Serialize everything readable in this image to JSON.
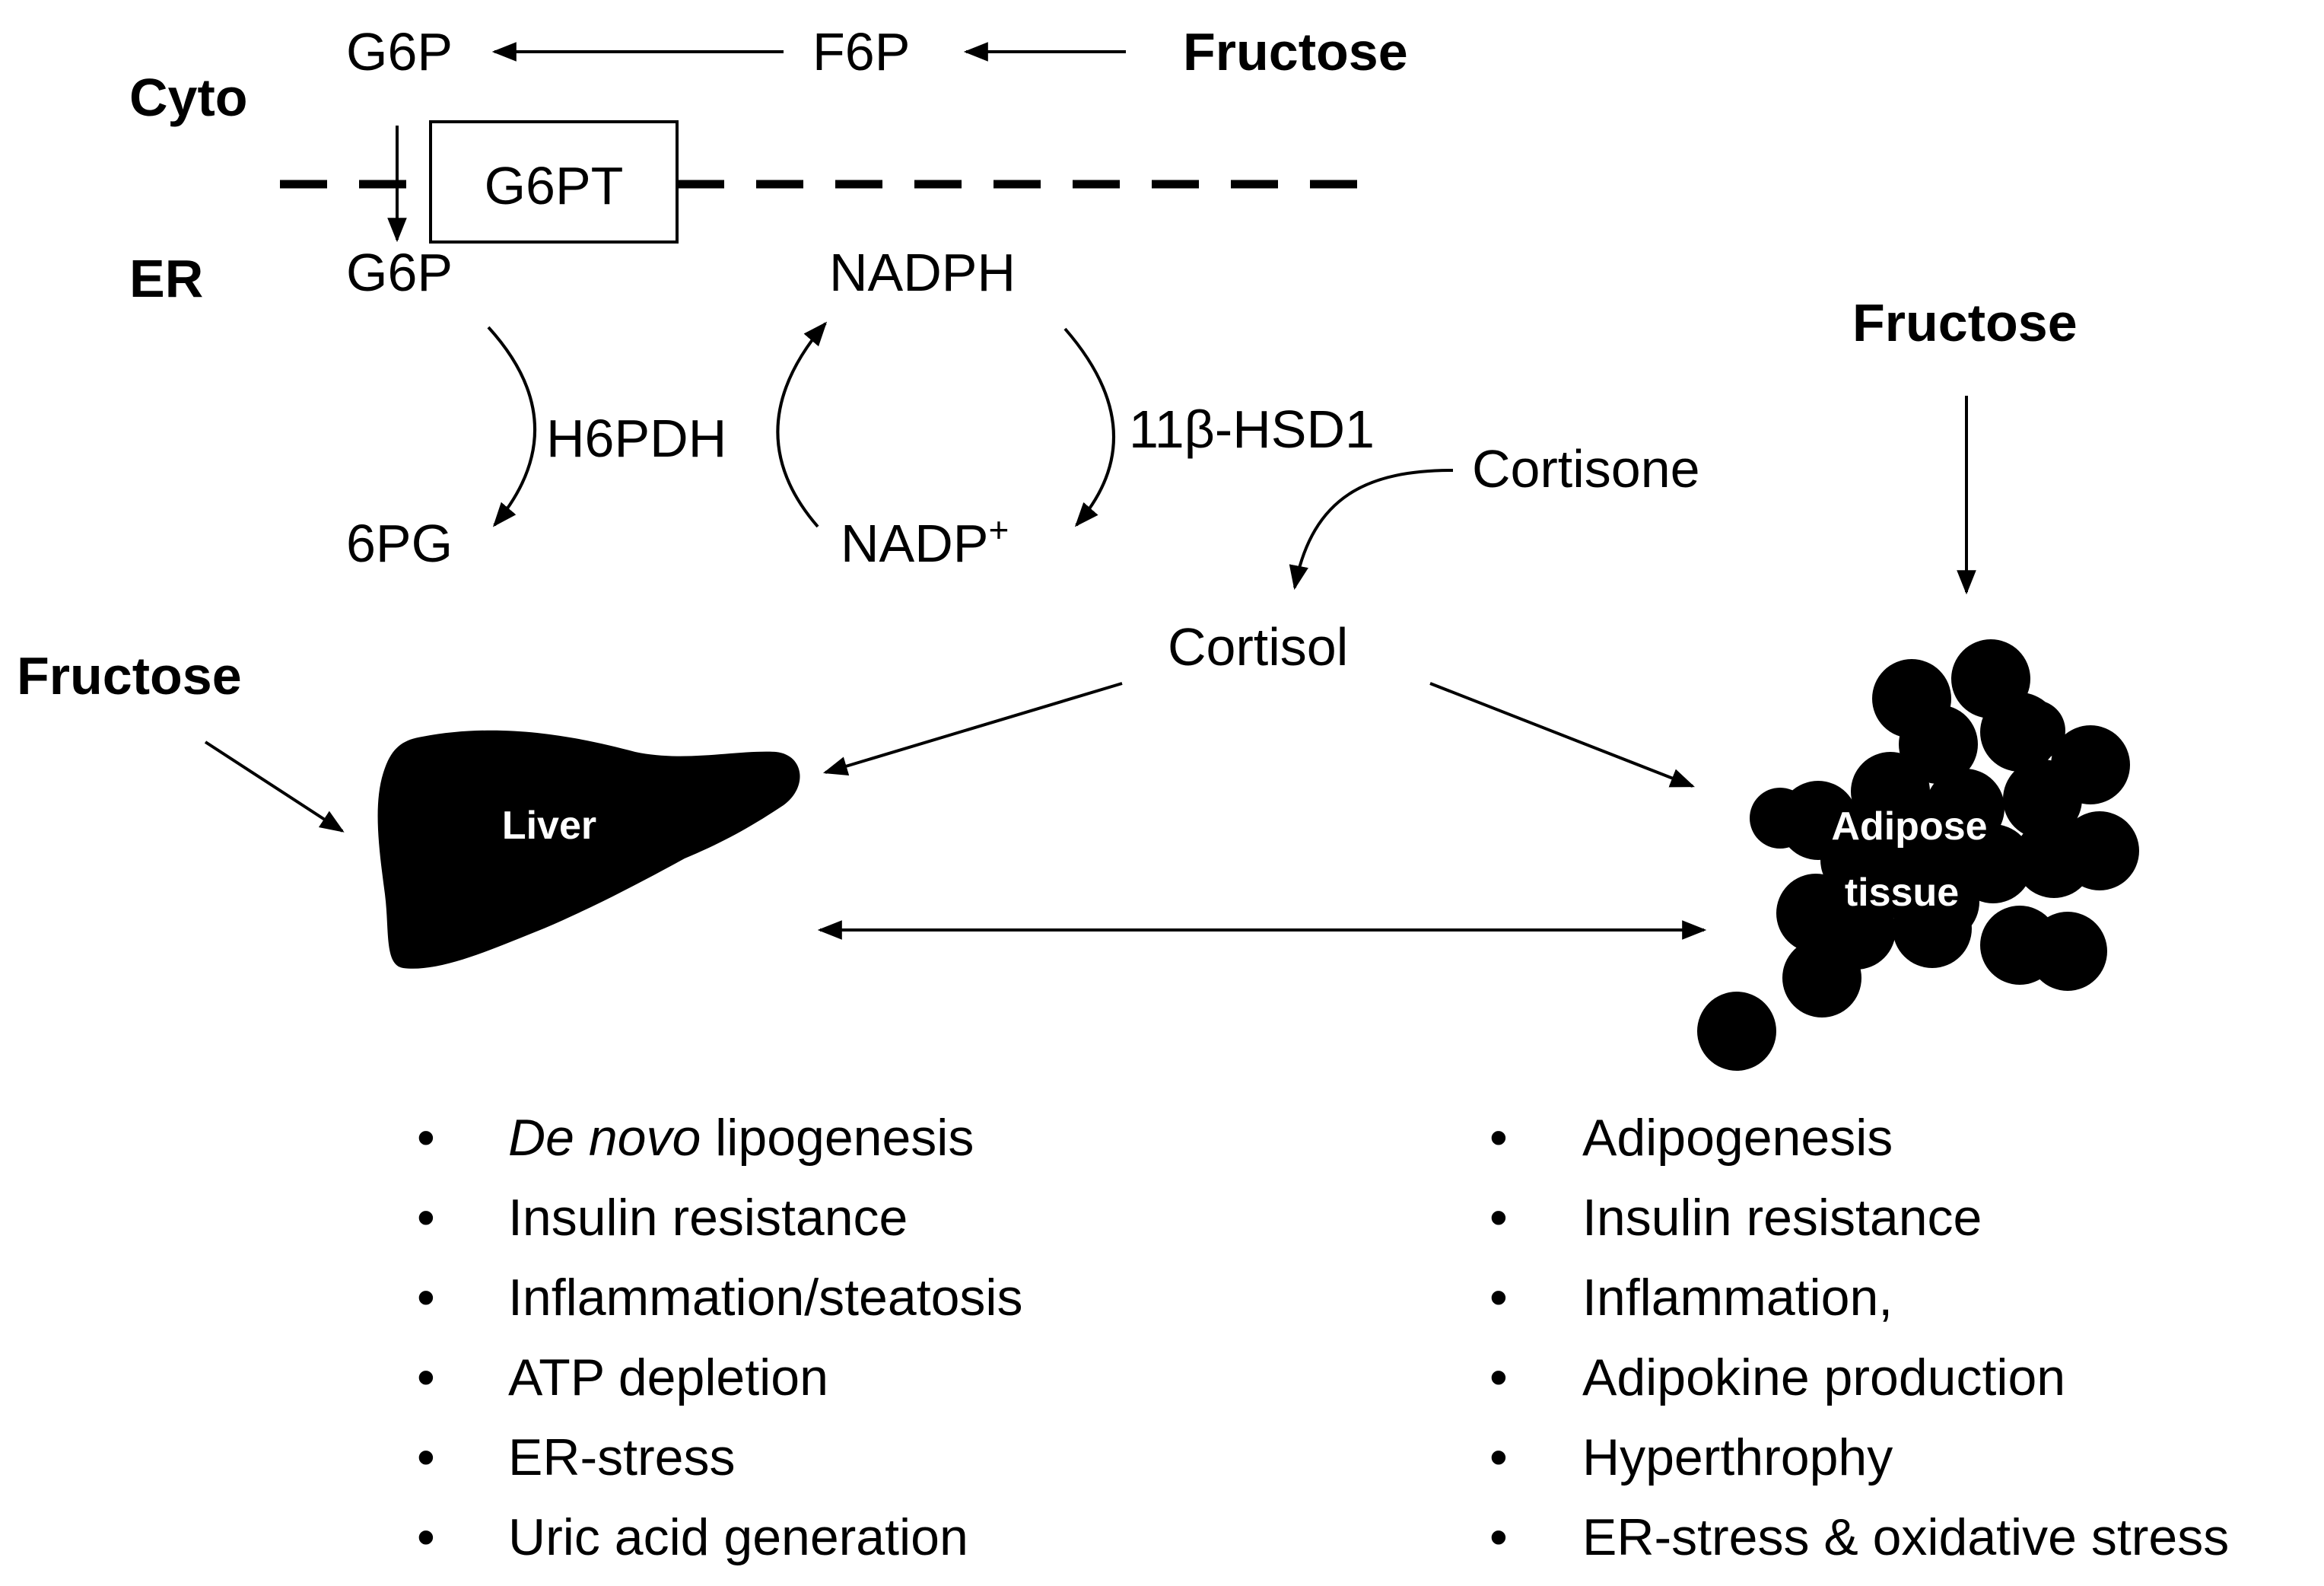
{
  "compartments": {
    "cyto": "Cyto",
    "er": "ER"
  },
  "cytosol": {
    "g6p": "G6P",
    "f6p": "F6P",
    "fructose": "Fructose"
  },
  "transporter": "G6PT",
  "er_lumen": {
    "g6p": "G6P",
    "nadph": "NADPH",
    "h6pdh": "H6PDH",
    "hsd1": "11β-HSD1",
    "pg6": "6PG",
    "nadp": "NADP",
    "nadp_sup": "+"
  },
  "cortisone": "Cortisone",
  "cortisol": "Cortisol",
  "fructose_left": "Fructose",
  "fructose_right": "Fructose",
  "liver": {
    "label": "Liver"
  },
  "adipose": {
    "line1": "Adipose",
    "line2": "tissue"
  },
  "liver_effects": {
    "bullet": "•",
    "first_italic": "De novo",
    "first_rest": " lipogenesis",
    "items": [
      "Insulin resistance",
      "Inflammation/steatosis",
      "ATP depletion",
      "ER-stress",
      "Uric acid generation"
    ]
  },
  "adipose_effects": {
    "bullet": "•",
    "items": [
      "Adipogenesis",
      "Insulin resistance",
      "Inflammation,",
      "Adipokine production",
      "Hyperthrophy",
      "ER-stress & oxidative stress"
    ]
  }
}
